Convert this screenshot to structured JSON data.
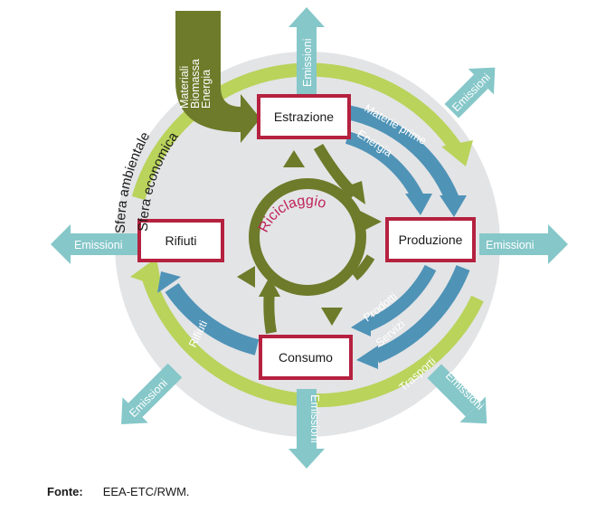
{
  "nodes": {
    "estrazione": "Estrazione",
    "produzione": "Produzione",
    "consumo": "Consumo",
    "rifiuti": "Rifiuti"
  },
  "input_arrow": [
    "Materiali",
    "Biomassa",
    "Energia"
  ],
  "spheres": {
    "environmental": "Sfera ambientale",
    "economic": "Sfera economica"
  },
  "flows": {
    "materie_prime": "Materie prime",
    "energia": "Energia",
    "prodotti": "Prodotti",
    "servizi": "Servizi",
    "rifiuti": "Rifiuti",
    "trasporti": "Trasporti",
    "riciclaggio": "Riciclaggio"
  },
  "emissions_label": "Emissioni",
  "source": {
    "label": "Fonte:",
    "value": "EEA-ETC/RWM."
  },
  "colors": {
    "outer_ring": "#e3e4e6",
    "green_ring": "#b9d35b",
    "olive": "#6d7b2a",
    "flow_blue": "#4f93b7",
    "emission_teal": "#86c7c9",
    "node_border": "#b5213f",
    "recycle_text": "#c0245a"
  }
}
